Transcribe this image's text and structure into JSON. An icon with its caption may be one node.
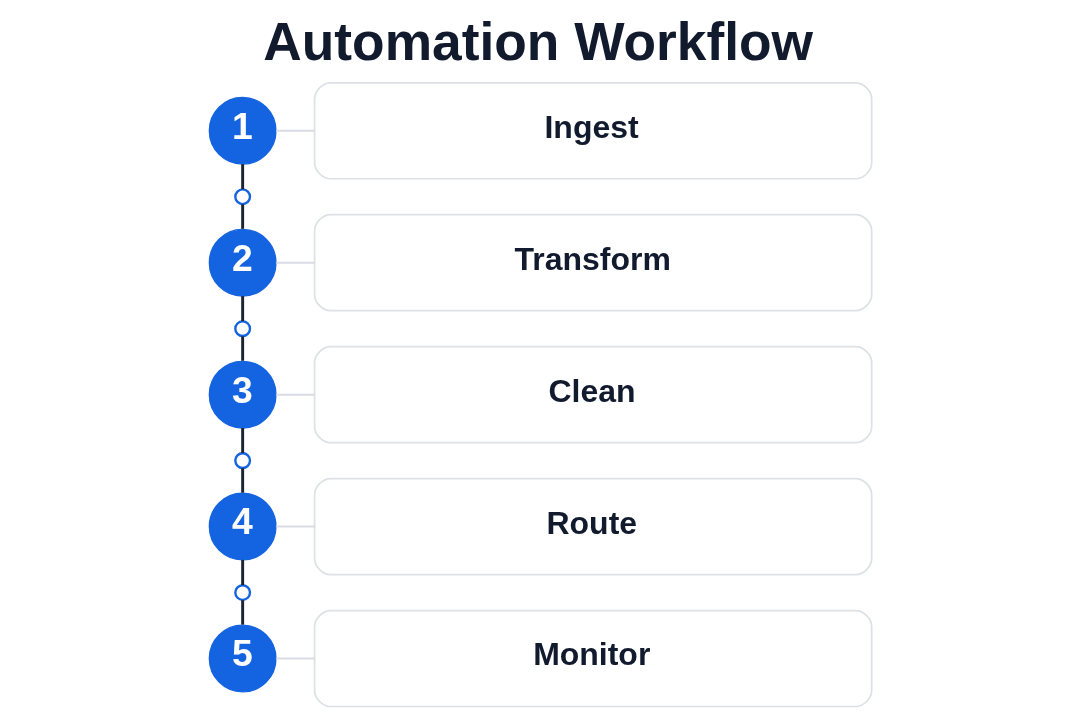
{
  "diagram": {
    "title": "Automation Workflow",
    "nodes": [
      {
        "text": [
          "1"
        ]
      },
      {
        "text": [
          "Ingest"
        ]
      },
      {
        "text": [],
        "shape": "circle"
      },
      {
        "text": [
          "2"
        ]
      },
      {
        "text": [
          "Transform"
        ]
      },
      {
        "text": [],
        "shape": "circle"
      },
      {
        "text": [
          "3"
        ]
      },
      {
        "text": [
          "Clean"
        ]
      },
      {
        "text": [],
        "shape": "circle"
      },
      {
        "text": [
          "4"
        ]
      },
      {
        "text": [
          "Route"
        ]
      },
      {
        "text": [],
        "shape": "circle"
      },
      {
        "text": [
          "5"
        ]
      },
      {
        "text": [
          "Monitor"
        ]
      }
    ],
    "edges": [
      {
        "from": 0,
        "to": 1,
        "arrow": "none",
        "color": "#d9dde3"
      },
      {
        "from": 0,
        "to": 2,
        "arrow": "none"
      },
      {
        "from": 2,
        "to": 3,
        "arrow": "none"
      },
      {
        "from": 3,
        "to": 4,
        "arrow": "none",
        "color": "#d9dde3"
      },
      {
        "from": 3,
        "to": 5,
        "arrow": "none"
      },
      {
        "from": 5,
        "to": 6,
        "arrow": "none"
      },
      {
        "from": 6,
        "to": 7,
        "arrow": "none",
        "color": "#d9dde3"
      },
      {
        "from": 6,
        "to": 8,
        "arrow": "none"
      },
      {
        "from": 8,
        "to": 9,
        "arrow": "none"
      },
      {
        "from": 9,
        "to": 10,
        "arrow": "none",
        "color": "#d9dde3"
      },
      {
        "from": 9,
        "to": 11,
        "arrow": "none"
      },
      {
        "from": 11,
        "to": 12,
        "arrow": "none"
      },
      {
        "from": 12,
        "to": 13,
        "arrow": "none",
        "color": "#d9dde3"
      }
    ]
  }
}
